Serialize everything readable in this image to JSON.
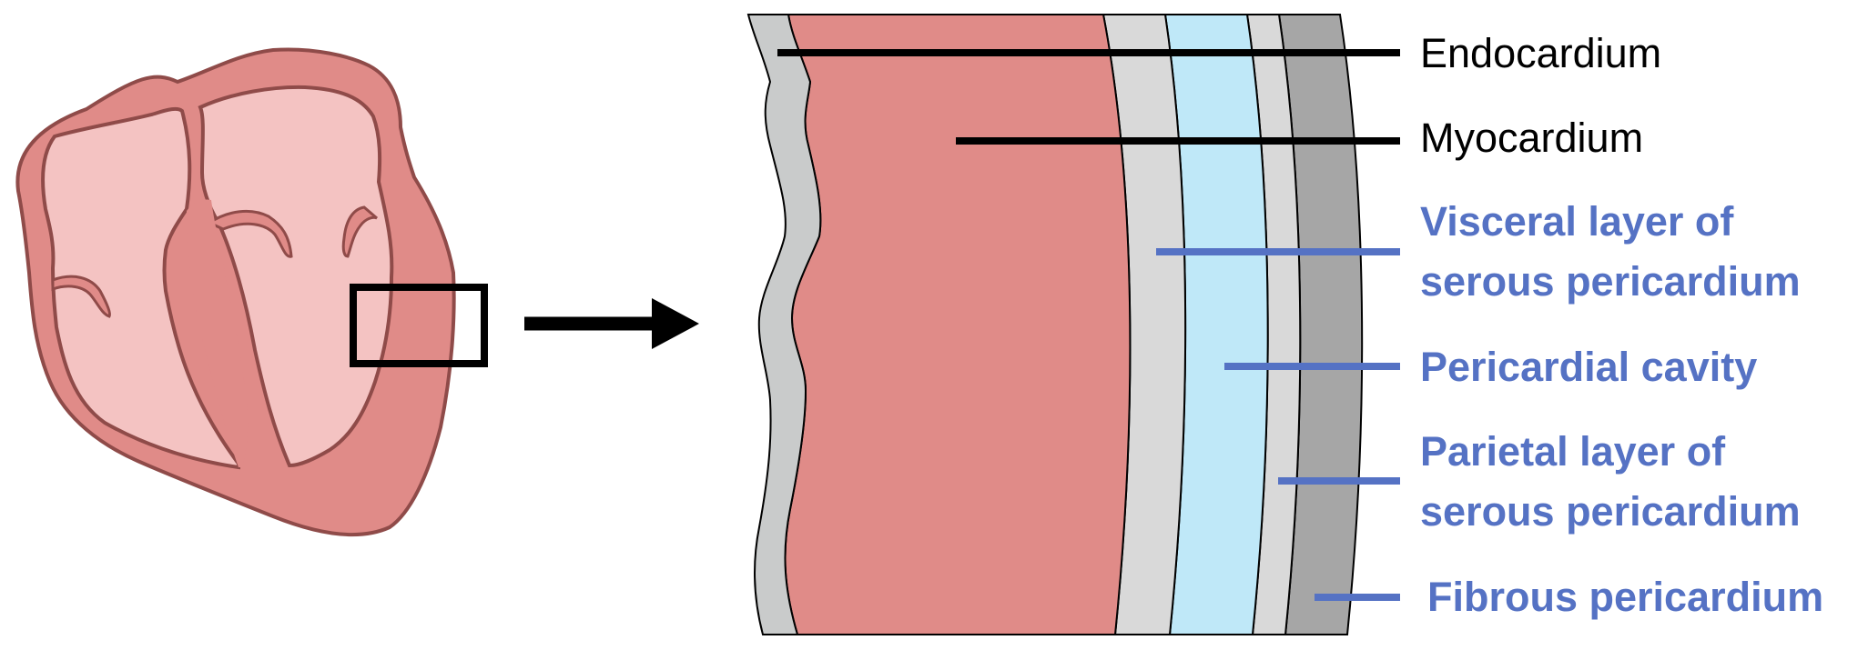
{
  "colors": {
    "myocardium": "#e08b88",
    "heart_outline": "#8f4b49",
    "chamber": "#f4c3c2",
    "endocardium": "#c9cbcb",
    "serous_layer": "#d9d9d9",
    "pericardial_cavity": "#bfe8f8",
    "fibrous_pericardium": "#a6a6a6",
    "black_label": "#000000",
    "blue_label": "#5572c4"
  },
  "labels": {
    "endocardium": "Endocardium",
    "myocardium": "Myocardium",
    "visceral_line1": "Visceral layer of",
    "visceral_line2": "serous pericardium",
    "pericardial_cavity": "Pericardial cavity",
    "parietal_line1": "Parietal layer of",
    "parietal_line2": "serous pericardium",
    "fibrous": "Fibrous pericardium"
  }
}
